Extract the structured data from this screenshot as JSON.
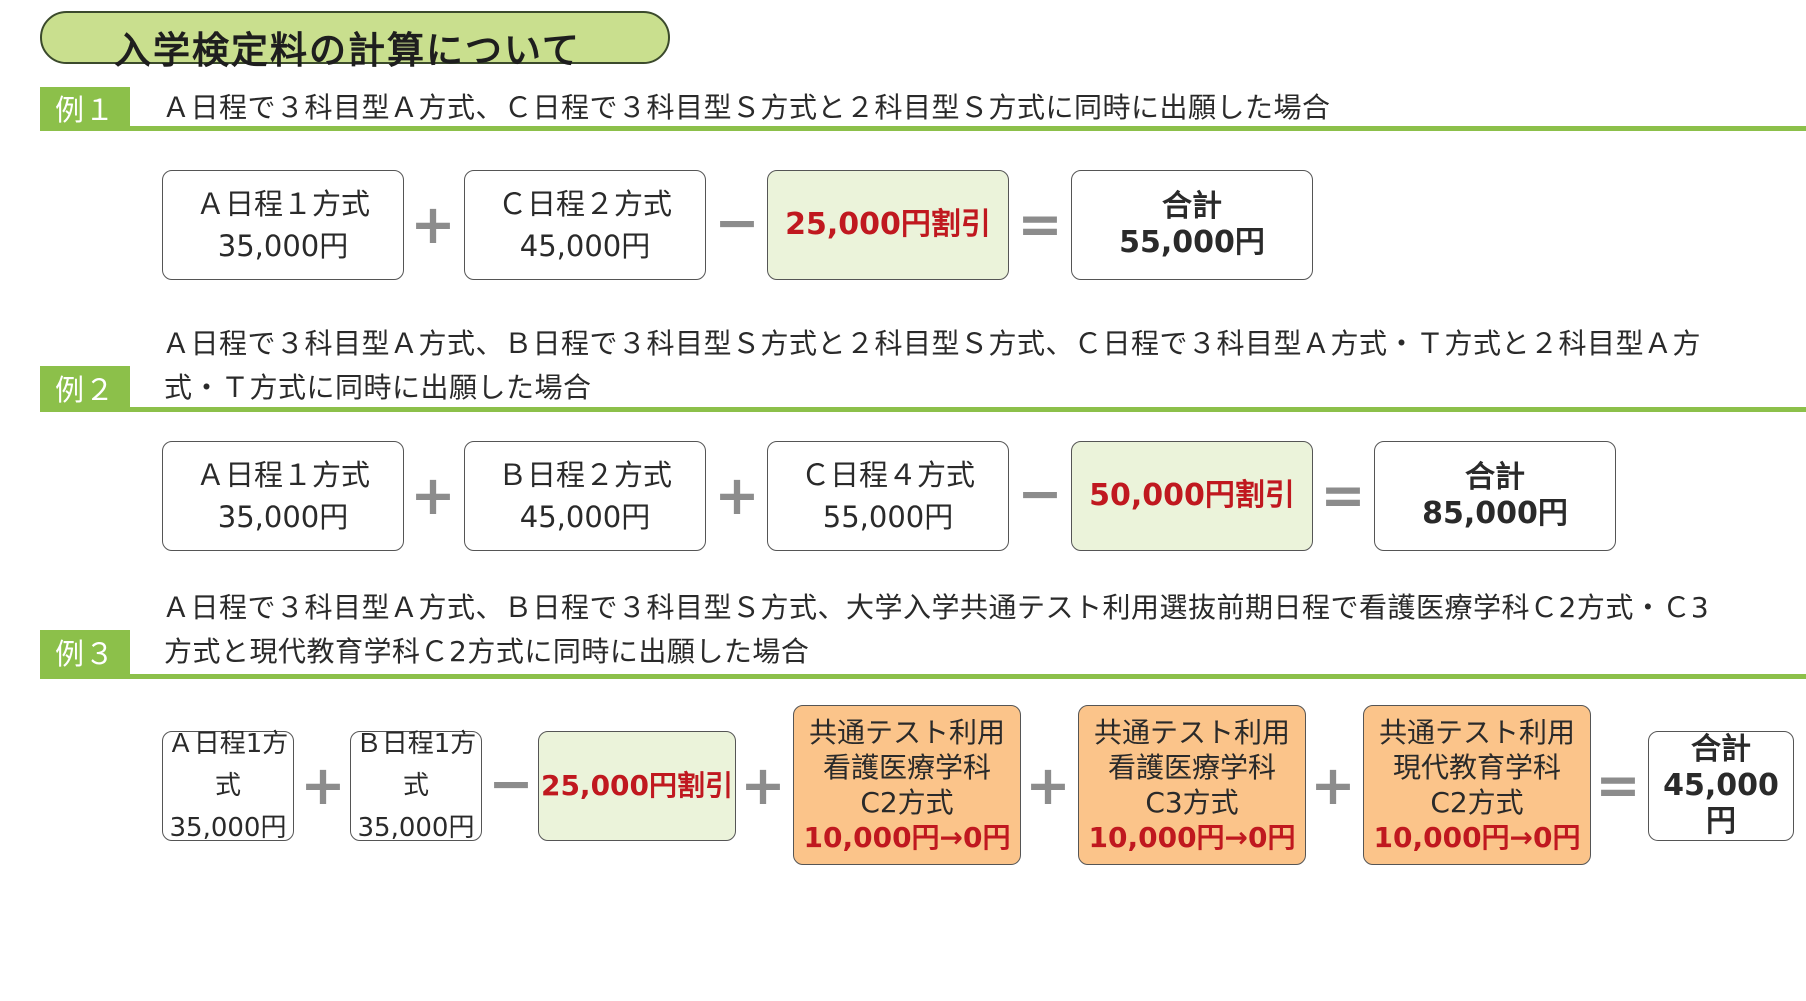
{
  "title": "入学検定料の計算について",
  "examples": [
    {
      "tag": "例１",
      "description": "Ａ日程で３科目型Ａ方式、Ｃ日程で３科目型Ｓ方式と２科目型Ｓ方式に同時に出願した場合",
      "boxes": [
        {
          "line1": "Ａ日程１方式",
          "line2": "35,000円"
        },
        {
          "line1": "Ｃ日程２方式",
          "line2": "45,000円"
        }
      ],
      "discount": "25,000円割引",
      "total": {
        "label": "合計",
        "value": "55,000円"
      }
    },
    {
      "tag": "例２",
      "description_line1": "Ａ日程で３科目型Ａ方式、Ｂ日程で３科目型Ｓ方式と２科目型Ｓ方式、Ｃ日程で３科目型Ａ方式・Ｔ方式と２科目型Ａ方",
      "description_line2": "式・Ｔ方式に同時に出願した場合",
      "boxes": [
        {
          "line1": "Ａ日程１方式",
          "line2": "35,000円"
        },
        {
          "line1": "Ｂ日程２方式",
          "line2": "45,000円"
        },
        {
          "line1": "Ｃ日程４方式",
          "line2": "55,000円"
        }
      ],
      "discount": "50,000円割引",
      "total": {
        "label": "合計",
        "value": "85,000円"
      }
    },
    {
      "tag": "例３",
      "description_line1": "Ａ日程で３科目型Ａ方式、Ｂ日程で３科目型Ｓ方式、大学入学共通テスト利用選抜前期日程で看護医療学科Ｃ2方式・Ｃ3",
      "description_line2": "方式と現代教育学科Ｃ2方式に同時に出願した場合",
      "boxes": [
        {
          "line1": "Ａ日程1方式",
          "line2": "35,000円"
        },
        {
          "line1": "Ｂ日程1方式",
          "line2": "35,000円"
        }
      ],
      "discount": "25,000円割引",
      "common_test": [
        {
          "l1": "共通テスト利用",
          "l2": "看護医療学科",
          "l3": "C2方式",
          "fee": "10,000円→0円"
        },
        {
          "l1": "共通テスト利用",
          "l2": "看護医療学科",
          "l3": "C3方式",
          "fee": "10,000円→0円"
        },
        {
          "l1": "共通テスト利用",
          "l2": "現代教育学科",
          "l3": "C2方式",
          "fee": "10,000円→0円"
        }
      ],
      "total": {
        "label": "合計",
        "value": "45,000円"
      }
    }
  ],
  "operators": {
    "plus": "+",
    "minus": "−",
    "equals": "="
  },
  "colors": {
    "green": "#8cc04a",
    "title_bg": "#c9df8e",
    "discount_bg": "#ebf3da",
    "orange_bg": "#fbc48a",
    "red": "#c0181f"
  }
}
